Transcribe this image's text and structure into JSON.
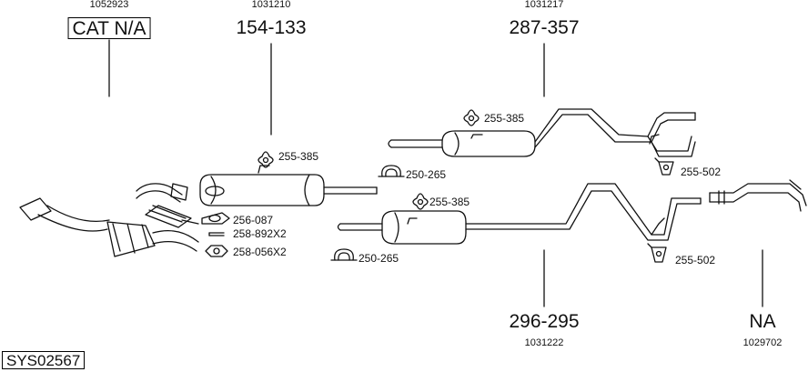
{
  "top": {
    "cat": {
      "ref": "1052923",
      "label": "CAT N/A"
    },
    "front_silencer": {
      "ref": "1031210",
      "label": "154-133"
    },
    "middle_silencer": {
      "ref": "1031217",
      "label": "287-357"
    }
  },
  "bottom": {
    "rear_silencer": {
      "ref": "1031222",
      "label": "296-295"
    },
    "tailpipe": {
      "ref": "1029702",
      "label": "NA"
    }
  },
  "parts": {
    "hanger_front": "255-385",
    "hanger_middle": "255-385",
    "hanger_rear": "255-385",
    "clamp_upper": "250-265",
    "clamp_lower": "250-265",
    "gasket": "256-087",
    "bolt": "258-892X2",
    "nut": "258-056X2",
    "bracket_upper": "255-502",
    "bracket_lower": "255-502"
  },
  "system_id": "SYS02567"
}
